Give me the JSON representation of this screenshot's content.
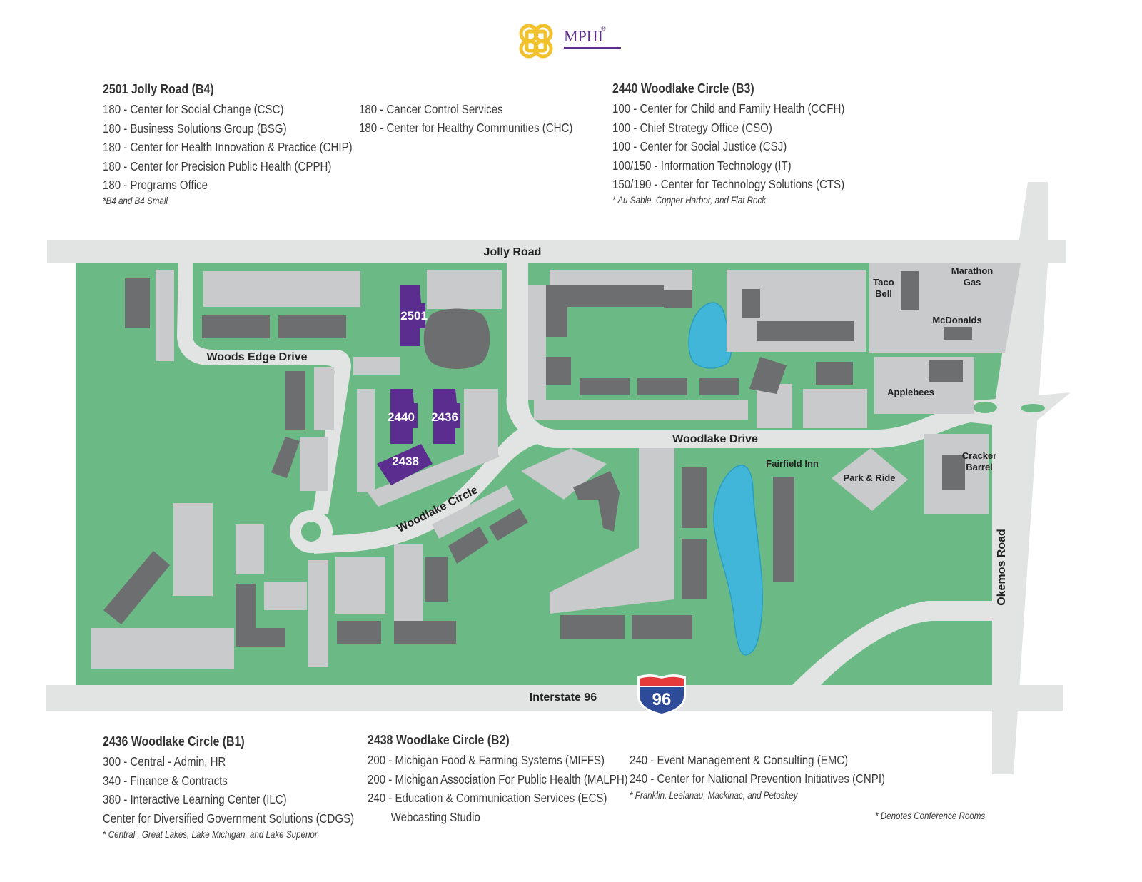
{
  "logo": {
    "text": "MPHI",
    "mark": "®",
    "colors": {
      "gold": "#f2c12e",
      "purple": "#5b2d8e"
    }
  },
  "colors": {
    "grass": "#6bb985",
    "road": "#e2e3e3",
    "building_light": "#c9cacb",
    "building_dark": "#6d6e70",
    "mphi_building": "#5b2d8e",
    "pond": "#41b6d8",
    "interstate_red": "#e63a3a",
    "interstate_blue": "#2e4b9a"
  },
  "blocks": {
    "b4": {
      "title": "2501 Jolly Road (B4)",
      "col1": [
        "180 - Center for Social Change (CSC)",
        "180 - Business Solutions Group (BSG)",
        "180 - Center for Health Innovation & Practice (CHIP)",
        "180 - Center for Precision Public Health (CPPH)",
        "180 - Programs Office"
      ],
      "note": "*B4 and B4 Small",
      "col2": [
        "180 - Cancer Control Services",
        "180  - Center for Healthy Communities (CHC)"
      ]
    },
    "b3": {
      "title": "2440 Woodlake Circle (B3)",
      "lines": [
        "100 - Center for Child and Family Health (CCFH)",
        "100 - Chief Strategy Office (CSO)",
        "100 - Center for Social Justice (CSJ)",
        "100/150 - Information Technology (IT)",
        "150/190 - Center for Technology Solutions (CTS)"
      ],
      "note": "* Au Sable, Copper Harbor,  and Flat Rock"
    },
    "b1": {
      "title": "2436 Woodlake Circle (B1)",
      "lines": [
        "300 - Central - Admin, HR",
        "340 - Finance & Contracts",
        "380 - Interactive Learning Center (ILC)",
        "Center for Diversified Government Solutions (CDGS)"
      ],
      "note": "* Central , Great Lakes, Lake Michigan, and Lake Superior"
    },
    "b2": {
      "title": "2438 Woodlake Circle (B2)",
      "lines": [
        "200 - Michigan Food & Farming Systems (MIFFS)",
        "200 - Michigan Association For Public Health (MALPH)",
        "240 - Education & Communication Services (ECS)"
      ],
      "indent": "Webcasting Studio"
    },
    "b2b": {
      "lines": [
        "240 - Event Management & Consulting (EMC)",
        "240 - Center for National Prevention Initiatives (CNPI)"
      ],
      "note": "* Franklin, Leelanau, Mackinac, and Petoskey"
    },
    "legend_note": "* Denotes Conference Rooms"
  },
  "map": {
    "roads": {
      "jolly": "Jolly Road",
      "woods_edge": "Woods Edge Drive",
      "woodlake_drive": "Woodlake Drive",
      "woodlake_circle": "Woodlake Circle",
      "i96": "Interstate 96",
      "okemos": "Okemos Road"
    },
    "shield": "96",
    "mphi_buildings": [
      "2501",
      "2440",
      "2436",
      "2438"
    ],
    "places": {
      "taco_bell": "Taco\nBell",
      "marathon": "Marathon\nGas",
      "mcdonalds": "McDonalds",
      "applebees": "Applebees",
      "fairfield": "Fairfield Inn",
      "park_ride": "Park & Ride",
      "cracker_barrel": "Cracker\nBarrel"
    }
  }
}
